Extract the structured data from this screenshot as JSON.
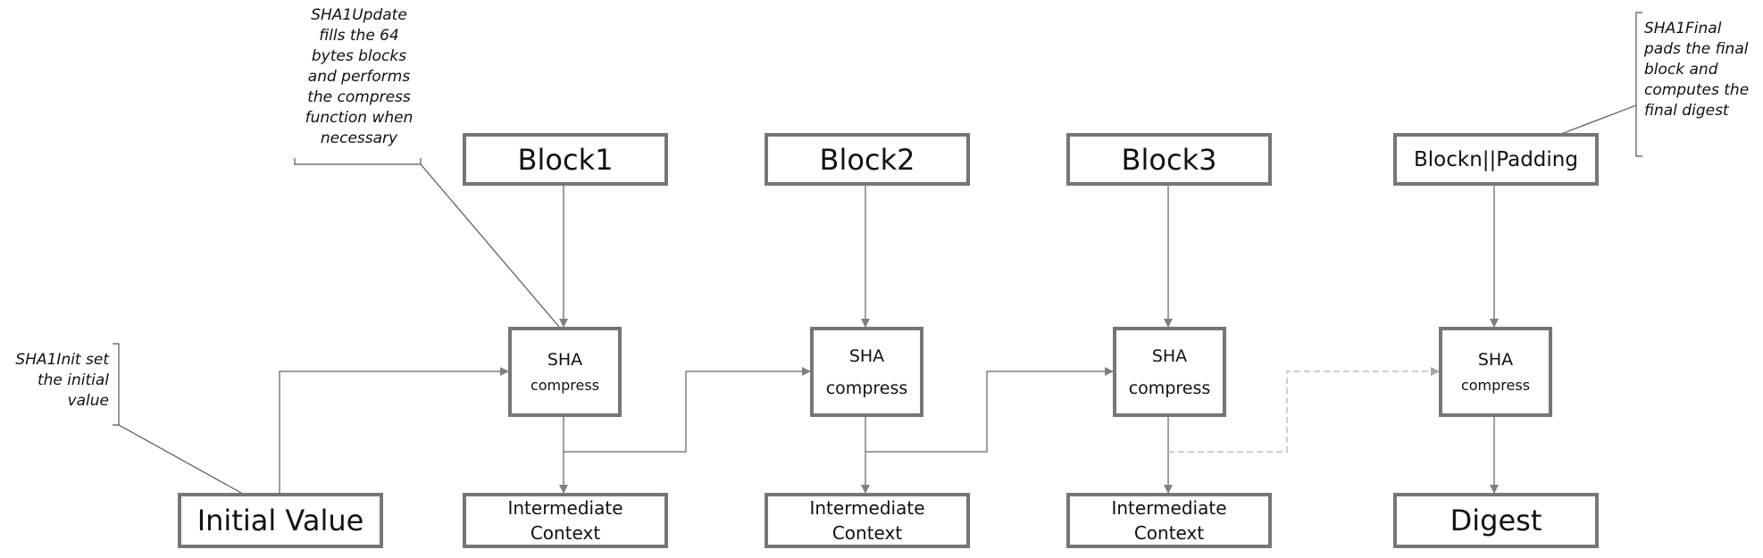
{
  "blocks": {
    "b1": "Block1",
    "b2": "Block2",
    "b3": "Block3",
    "bn": "Blockn||Padding"
  },
  "sha": {
    "c1": [
      "SHA",
      "compress"
    ],
    "c2": [
      "SHA",
      "compress"
    ],
    "c3": [
      "SHA",
      "compress"
    ],
    "cn": [
      "SHA",
      "compress"
    ]
  },
  "initial_value": "Initial Value",
  "contexts": {
    "i1": [
      "Intermediate",
      "Context"
    ],
    "i2": [
      "Intermediate",
      "Context"
    ],
    "i3": [
      "Intermediate",
      "Context"
    ]
  },
  "digest": "Digest",
  "notes": {
    "update": [
      "SHA1Update",
      "fills the 64",
      "bytes blocks",
      "and performs",
      "the compress",
      "function when",
      "necessary"
    ],
    "init": [
      "SHA1Init set",
      "the initial",
      "value"
    ],
    "final": [
      "SHA1Final",
      "pads the final",
      "block and",
      "computes the",
      "final digest"
    ]
  },
  "colors": {
    "border": "#767676",
    "connector": "#7f7f7f",
    "dashed": "#c0c0c0",
    "text": "#111111"
  }
}
